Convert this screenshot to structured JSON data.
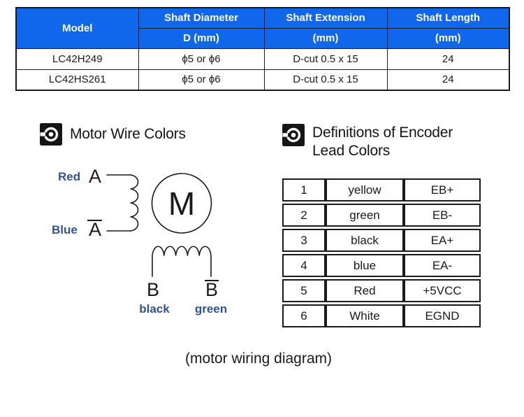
{
  "colors": {
    "header_blue": "#1167eb",
    "label_navy": "#2f5496",
    "border_black": "#1a1a1a"
  },
  "spec_table": {
    "header": {
      "model": "Model",
      "columns": [
        {
          "line1": "Shaft Diameter",
          "line2": "D (mm)"
        },
        {
          "line1": "Shaft Extension",
          "line2": "(mm)"
        },
        {
          "line1": "Shaft Length",
          "line2": "(mm)"
        }
      ]
    },
    "rows": [
      [
        "LC42H249",
        "ϕ5 or ϕ6",
        "D-cut 0.5 x 15",
        "24"
      ],
      [
        "LC42HS261",
        "ϕ5 or ϕ6",
        "D-cut 0.5 x 15",
        "24"
      ]
    ]
  },
  "sections": {
    "motor_wire_colors": {
      "title": "Motor Wire Colors",
      "icon": "spiral-target-icon"
    },
    "encoder_lead_colors": {
      "title": "Definitions of Encoder Lead Colors",
      "icon": "spiral-target-icon"
    }
  },
  "wiring_diagram": {
    "motor_symbol": "M",
    "phase_a": {
      "plus_label": "A",
      "plus_color": "Red",
      "minus_label": "A",
      "minus_color": "Blue"
    },
    "phase_b": {
      "plus_label": "B",
      "plus_color": "black",
      "minus_label": "B",
      "minus_color": "green"
    }
  },
  "encoder_table": {
    "rows": [
      {
        "pin": "1",
        "color": "yellow",
        "signal": "EB+"
      },
      {
        "pin": "2",
        "color": "green",
        "signal": "EB-"
      },
      {
        "pin": "3",
        "color": "black",
        "signal": "EA+"
      },
      {
        "pin": "4",
        "color": "blue",
        "signal": "EA-"
      },
      {
        "pin": "5",
        "color": "Red",
        "signal": "+5VCC"
      },
      {
        "pin": "6",
        "color": "White",
        "signal": "EGND"
      }
    ]
  },
  "caption": "(motor wiring diagram)"
}
